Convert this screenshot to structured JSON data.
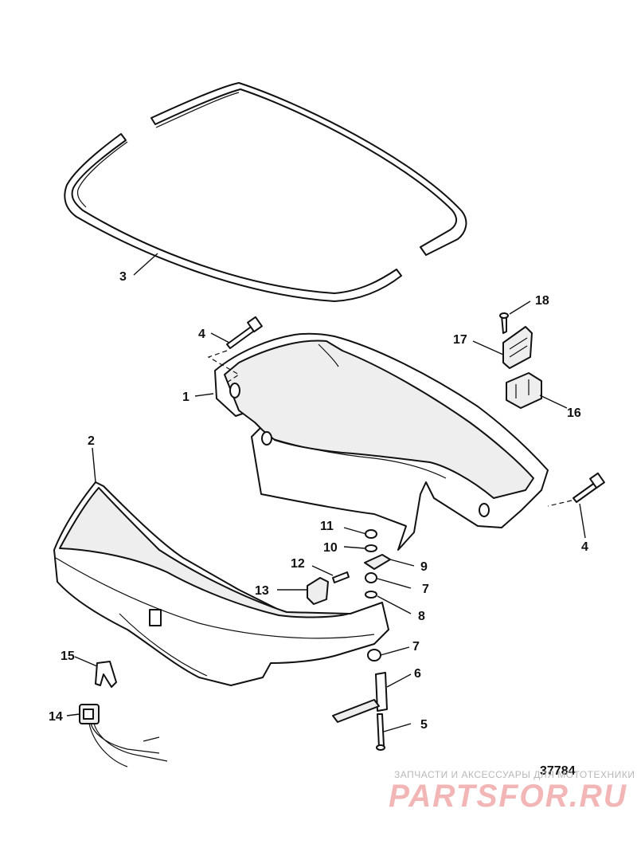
{
  "drawing_number": "37784",
  "watermark": {
    "tagline": "ЗАПЧАСТИ И АКСЕССУАРЫ ДЛЯ МОТОТЕХНИКИ",
    "brand": "PARTSFOR.RU"
  },
  "callouts": {
    "c1": "1",
    "c2": "2",
    "c3": "3",
    "c4a": "4",
    "c4b": "4",
    "c5": "5",
    "c6": "6",
    "c7a": "7",
    "c7b": "7",
    "c8": "8",
    "c9": "9",
    "c10": "10",
    "c11": "11",
    "c12": "12",
    "c13": "13",
    "c14": "14",
    "c15": "15",
    "c16": "16",
    "c17": "17",
    "c18": "18"
  },
  "colors": {
    "line": "#111111",
    "part_shade": "#eeeeee",
    "watermark_text": "#b8b8b8",
    "watermark_brand": "#f2b6b6"
  }
}
